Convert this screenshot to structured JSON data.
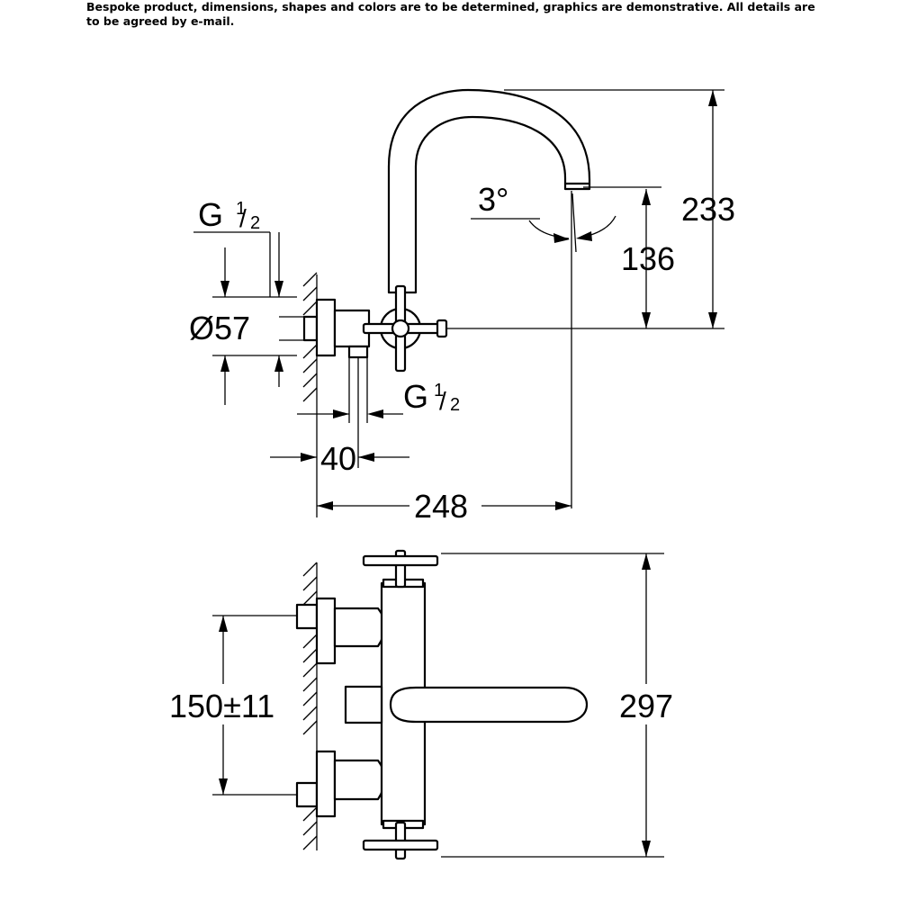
{
  "header_note": "Bespoke product, dimensions, shapes and colors are to be determined, graphics are demonstrative. All details are to be agreed by e-mail.",
  "side_view": {
    "thread_top_prefix": "G",
    "thread_top_num": "1",
    "thread_top_den": "2",
    "diameter": "Ø57",
    "thread_bottom_prefix": "G",
    "thread_bottom_num": "1",
    "thread_bottom_den": "2",
    "angle": "3°",
    "height_outlet": "136",
    "height_total": "233",
    "projection_small": "40",
    "projection_total": "248"
  },
  "top_view": {
    "centers": "150±11",
    "width_total": "297"
  }
}
